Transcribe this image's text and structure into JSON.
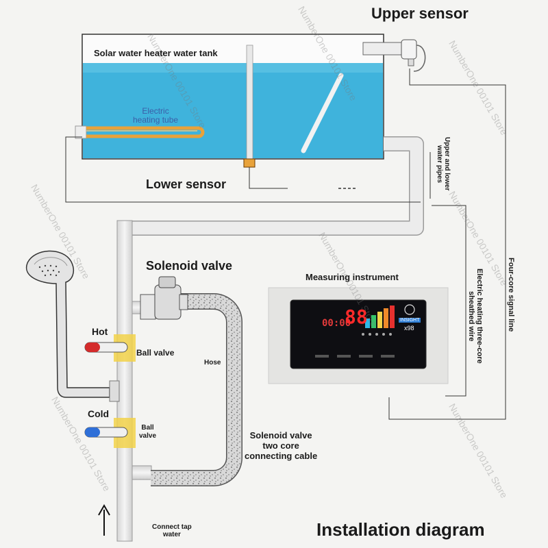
{
  "labels": {
    "upper_sensor": "Upper sensor",
    "tank": "Solar water heater water tank",
    "heating_tube": "Electric\nheating tube",
    "lower_sensor": "Lower sensor",
    "water_pipes": "Upper and lower\nwater pipes",
    "four_core": "Four-core signal line",
    "three_core": "Electric heating three-core\nsheathed wire",
    "solenoid_valve": "Solenoid valve",
    "measuring_instrument": "Measuring instrument",
    "hot": "Hot",
    "cold": "Cold",
    "ball_valve_1": "Ball valve",
    "ball_valve_2": "Ball\nvalve",
    "hose": "Hose",
    "solenoid_cable": "Solenoid valve\ntwo core\nconnecting cable",
    "connect_tap": "Connect tap\nwater",
    "installation": "Installation diagram"
  },
  "instrument_display": {
    "time": "00:00",
    "temp": "88",
    "brand": "INSIGHT",
    "model": "x98"
  },
  "watermark": "NumberOne 00101 Store",
  "colors": {
    "water": "#3fb3dc",
    "pipe": "#e3e3e3",
    "hot": "#d42b2b",
    "cold": "#2e6fd8",
    "valve_band": "#f2d24a",
    "heater": "#e8a23a",
    "panel": "#0e0e12"
  }
}
